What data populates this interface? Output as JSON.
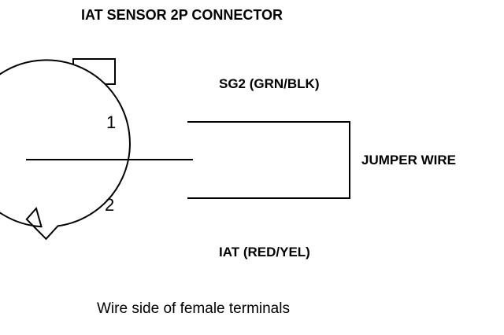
{
  "title": "IAT SENSOR 2P CONNECTOR",
  "connector": {
    "terminal_1": "1",
    "terminal_2": "2"
  },
  "wires": {
    "top_wire_label": "SG2 (GRN/BLK)",
    "bottom_wire_label": "IAT (RED/YEL)",
    "jumper_label": "JUMPER WIRE"
  },
  "caption": "Wire side of female terminals",
  "colors": {
    "line": "#000000",
    "background": "#ffffff"
  }
}
